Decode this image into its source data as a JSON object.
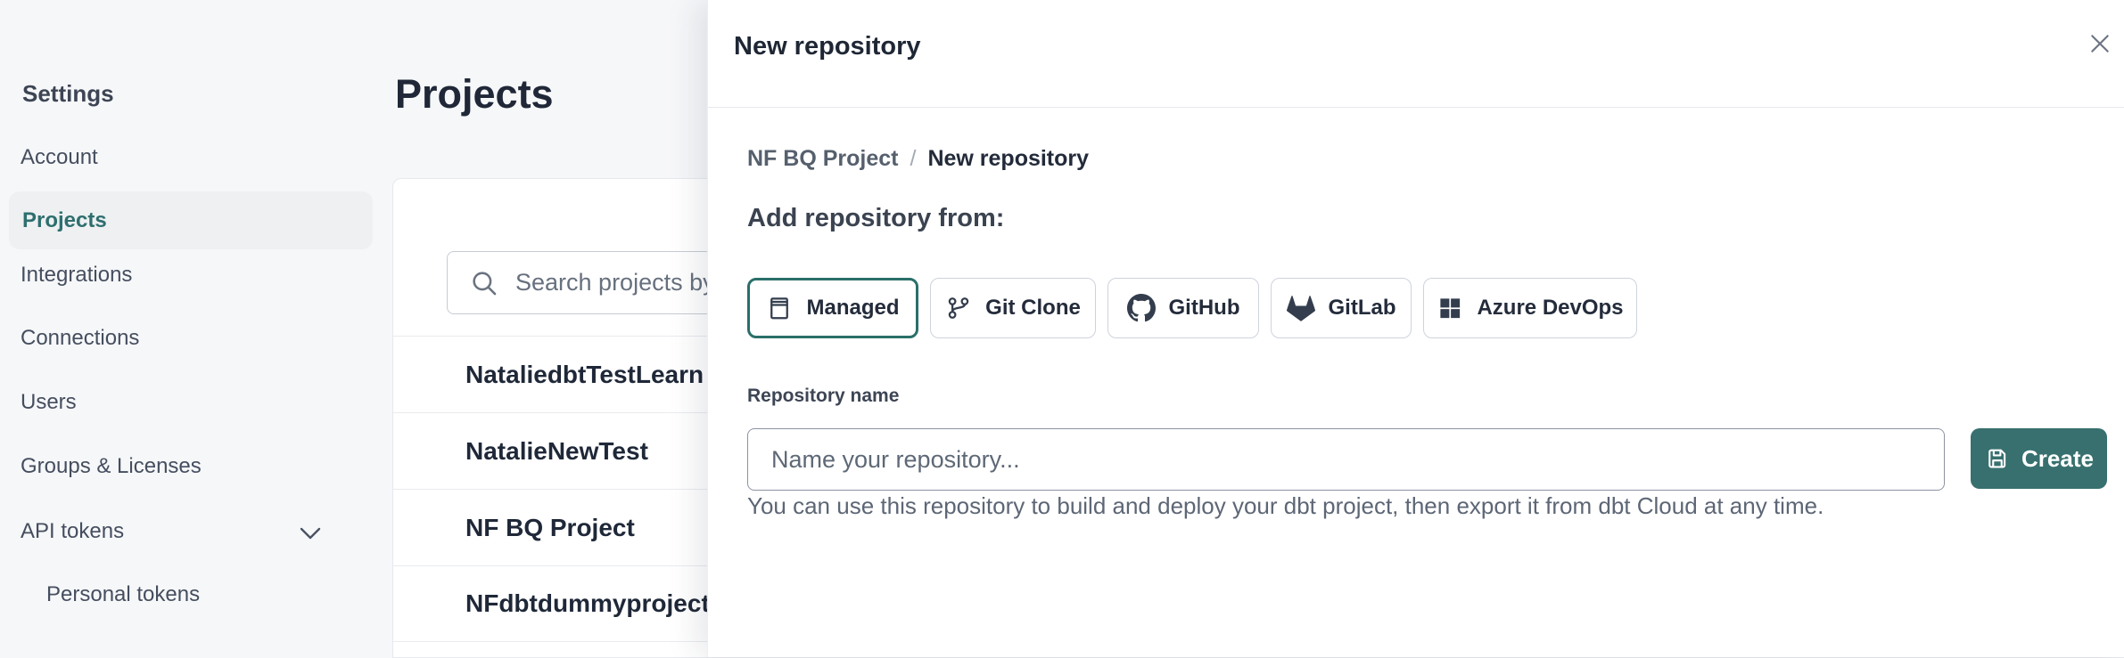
{
  "sidebar": {
    "title": "Settings",
    "items": [
      {
        "label": "Account"
      },
      {
        "label": "Projects",
        "selected": true
      },
      {
        "label": "Integrations"
      },
      {
        "label": "Connections"
      },
      {
        "label": "Users"
      },
      {
        "label": "Groups & Licenses"
      },
      {
        "label": "API tokens",
        "has_chevron": true,
        "chevron_icon": "chevron-down-icon"
      },
      {
        "label": "Personal tokens",
        "indented": true
      }
    ]
  },
  "main": {
    "title": "Projects",
    "search_placeholder": "Search projects by name",
    "search_icon": "search-icon",
    "projects": [
      "NataliedbtTestLearn T",
      "NatalieNewTest",
      "NF BQ Project",
      "NFdbtdummyproject"
    ]
  },
  "modal": {
    "title": "New repository",
    "close_icon": "close-icon",
    "breadcrumb": {
      "parent": "NF BQ Project",
      "separator": "/",
      "current": "New repository"
    },
    "section_heading": "Add repository from:",
    "source_options": [
      {
        "label": "Managed",
        "icon": "managed-repo-icon",
        "selected": true
      },
      {
        "label": "Git Clone",
        "icon": "git-branch-icon"
      },
      {
        "label": "GitHub",
        "icon": "github-icon"
      },
      {
        "label": "GitLab",
        "icon": "gitlab-icon"
      },
      {
        "label": "Azure DevOps",
        "icon": "azure-devops-icon"
      }
    ],
    "field": {
      "label": "Repository name",
      "placeholder": "Name your repository..."
    },
    "create_button": {
      "label": "Create",
      "icon": "save-icon"
    },
    "helper_text": "You can use this repository to build and deploy your dbt project, then export it from dbt Cloud at any time."
  },
  "colors": {
    "accent_teal": "#2E6F6E",
    "create_button_bg": "#37706F",
    "text_dark": "#222B3A",
    "background": "#F6F7F9"
  }
}
